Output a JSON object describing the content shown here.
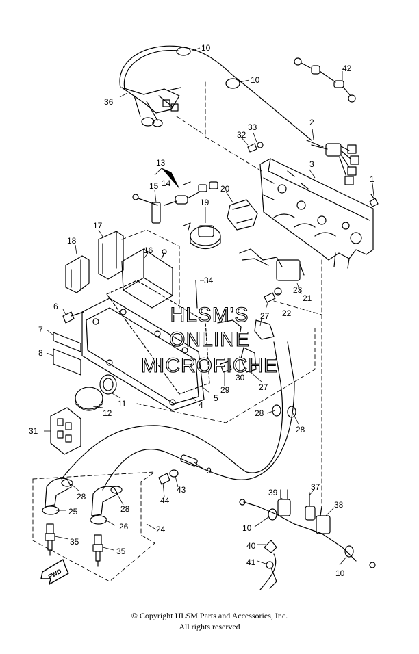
{
  "callouts": [
    "10",
    "10",
    "42",
    "36",
    "2",
    "33",
    "32",
    "3",
    "1",
    "13",
    "14",
    "15",
    "20",
    "19",
    "17",
    "18",
    "16",
    "34",
    "6",
    "21",
    "23",
    "22",
    "27",
    "7",
    "8",
    "30",
    "27",
    "29",
    "5",
    "4",
    "11",
    "12",
    "31",
    "28",
    "28",
    "9",
    "43",
    "44",
    "28",
    "28",
    "25",
    "26",
    "24",
    "39",
    "37",
    "38",
    "10",
    "35",
    "35",
    "40",
    "41",
    "10"
  ],
  "watermark": [
    "HLSM'S",
    "ONLINE",
    "MICROFICHE"
  ],
  "fwd_label": "FWD",
  "copyright": {
    "line1": "© Copyright HLSM Parts and Accessories, Inc.",
    "line2": "All rights reserved"
  }
}
